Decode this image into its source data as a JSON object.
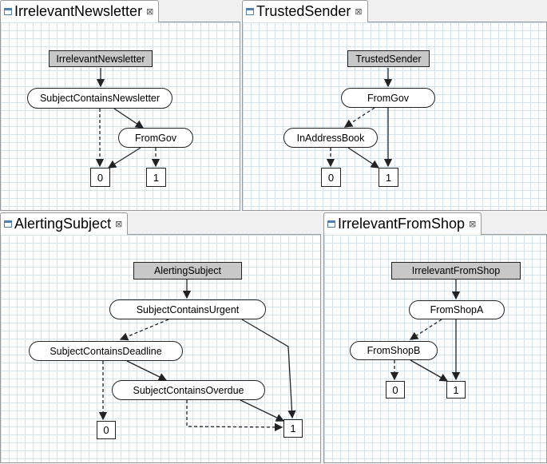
{
  "panels": [
    {
      "title": "IrrelevantNewsletter",
      "close_glyph": "⊠",
      "root_label": "IrrelevantNewsletter",
      "nodes": [
        "SubjectContainsNewsletter",
        "FromGov"
      ],
      "terminals": [
        "0",
        "1"
      ]
    },
    {
      "title": "TrustedSender",
      "close_glyph": "⊠",
      "root_label": "TrustedSender",
      "nodes": [
        "FromGov",
        "InAddressBook"
      ],
      "terminals": [
        "0",
        "1"
      ]
    },
    {
      "title": "AlertingSubject",
      "close_glyph": "⊠",
      "root_label": "AlertingSubject",
      "nodes": [
        "SubjectContainsUrgent",
        "SubjectContainsDeadline",
        "SubjectContainsOverdue"
      ],
      "terminals": [
        "0",
        "1"
      ]
    },
    {
      "title": "IrrelevantFromShop",
      "close_glyph": "⊠",
      "root_label": "IrrelevantFromShop",
      "nodes": [
        "FromShopA",
        "FromShopB"
      ],
      "terminals": [
        "0",
        "1"
      ]
    }
  ],
  "colors": {
    "root_fill": "#c8c8c8",
    "grid_line": "#d6e3ee",
    "tab_icon": "#4d7fb3",
    "edge": "#222222"
  },
  "icons": {
    "tab": "view-icon",
    "close": "close-icon"
  }
}
